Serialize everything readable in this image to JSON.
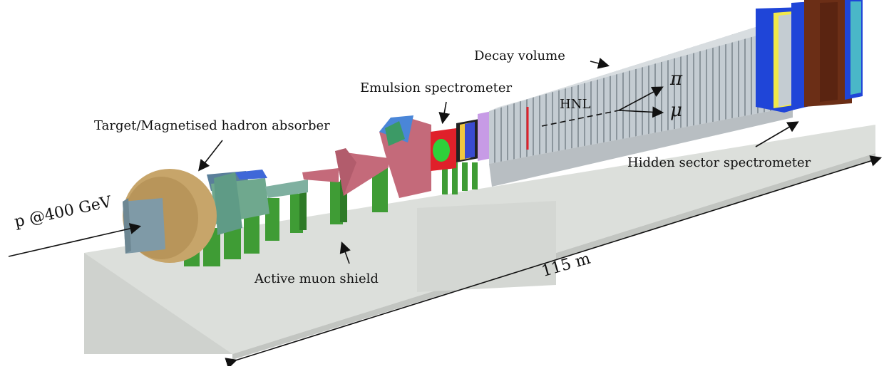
{
  "labels": {
    "decay_volume": "Decay volume",
    "emulsion_spectrometer": "Emulsion spectrometer",
    "target_absorber": "Target/Magnetised hadron absorber",
    "hnl": "HNL",
    "pi": "π",
    "mu": "μ",
    "hidden_sector": "Hidden sector spectrometer",
    "beam": "p @400 GeV",
    "active_muon_shield": "Active muon shield",
    "length": "115 m"
  },
  "colors": {
    "floor": "#dcdfdb",
    "floor_side": "#c9ccc8",
    "target": "#c7a56a",
    "target_face": "#7f9aa7",
    "absorber_green": "#6fa88e",
    "support_green": "#3f9c35",
    "cone": "#c46a7a",
    "decay_tube": "#c4ccd2",
    "spectrometer_blue": "#1f45d8",
    "yellow": "#f1e84a",
    "brown": "#6b2e16",
    "red": "#e0202a",
    "emulsion_green": "#2fd03a",
    "violet": "#c79be6"
  }
}
